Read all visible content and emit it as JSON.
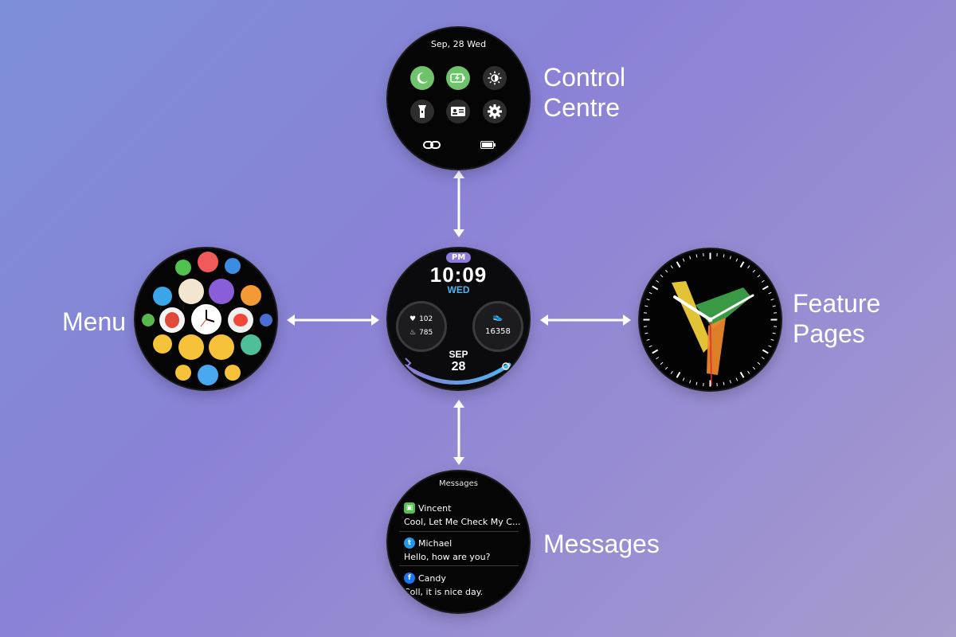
{
  "labels": {
    "control_centre_line1": "Control",
    "control_centre_line2": "Centre",
    "menu": "Menu",
    "feature_line1": "Feature",
    "feature_line2": "Pages",
    "messages": "Messages"
  },
  "control_centre": {
    "date": "Sep, 28 Wed",
    "tiles": [
      "moon-icon",
      "battery-saver-icon",
      "brightness-icon",
      "flashlight-icon",
      "card-icon",
      "gear-icon"
    ]
  },
  "main_face": {
    "period": "PM",
    "time": "10:09",
    "weekday": "WED",
    "heart_rate": "102",
    "calories": "785",
    "steps": "16358",
    "month": "SEP",
    "day": "28"
  },
  "messages": {
    "title": "Messages",
    "items": [
      {
        "app": "message-icon",
        "name": "Vincent",
        "text": "Cool, Let Me Check My C..."
      },
      {
        "app": "twitter-icon",
        "name": "Michael",
        "text": "Hello, how are you?"
      },
      {
        "app": "facebook-icon",
        "name": "Candy",
        "text": "Coll, it is nice day."
      }
    ]
  },
  "colors": {
    "accent_green": "#6fc36a",
    "accent_purple": "#8e7ad8",
    "accent_blue": "#4db6f0"
  }
}
